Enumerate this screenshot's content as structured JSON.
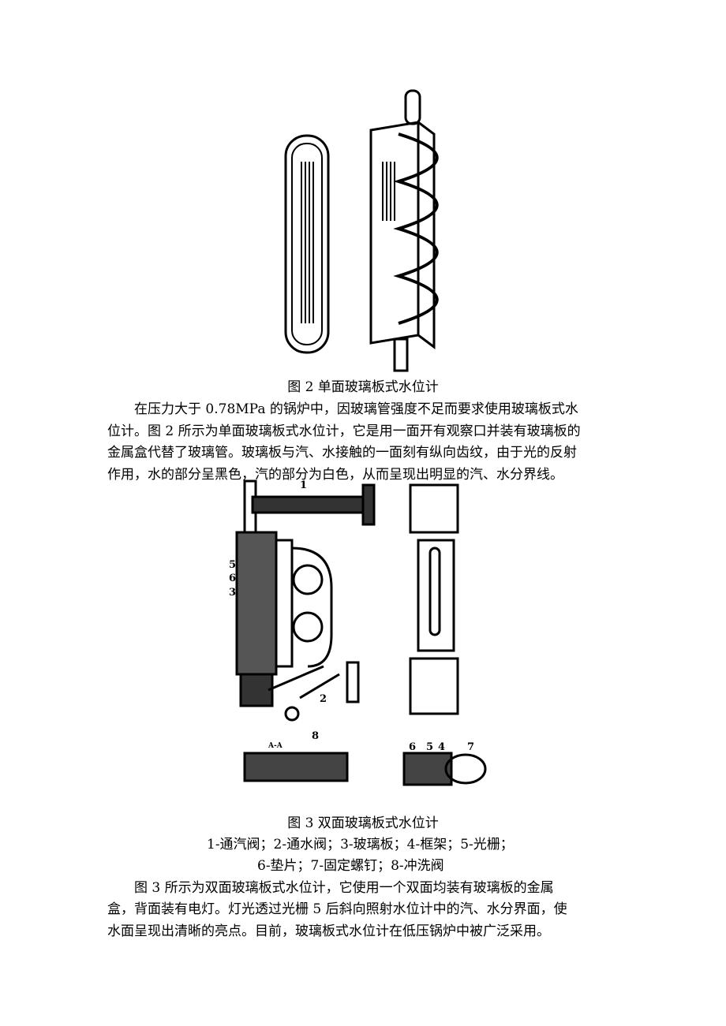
{
  "figure2": {
    "caption": "图 2 单面玻璃板式水位计"
  },
  "paragraph1": {
    "lines": [
      "在压力大于 0.78MPa 的锅炉中，因玻璃管强度不足而要求使用玻璃板式水",
      "位计。图 2 所示为单面玻璃板式水位计，它是用一面开有观察口并装有玻璃板的",
      "金属盒代替了玻璃管。玻璃板与汽、水接触的一面刻有纵向齿纹，由于光的反射",
      "作用，水的部分呈黑色，汽的部分为白色，从而呈现出明显的汽、水分界线。"
    ]
  },
  "figure3": {
    "caption": "图 3 双面玻璃板式水位计",
    "legend_line1": "1-通汽阀；2-通水阀；3-玻璃板；4-框架；5-光栅；",
    "legend_line2": "6-垫片；7-固定螺钉；8-冲洗阀",
    "callouts": [
      "1",
      "5",
      "6",
      "3",
      "2",
      "8",
      "A-A",
      "6",
      "5",
      "4",
      "7"
    ]
  },
  "paragraph2": {
    "lines": [
      "图 3 所示为双面玻璃板式水位计，它使用一个双面均装有玻璃板的金属",
      "盒，背面装有电灯。灯光透过光栅 5 后斜向照射水位计中的汽、水分界面，使",
      "水面呈现出清晰的亮点。目前，玻璃板式水位计在低压锅炉中被广泛采用。"
    ]
  }
}
